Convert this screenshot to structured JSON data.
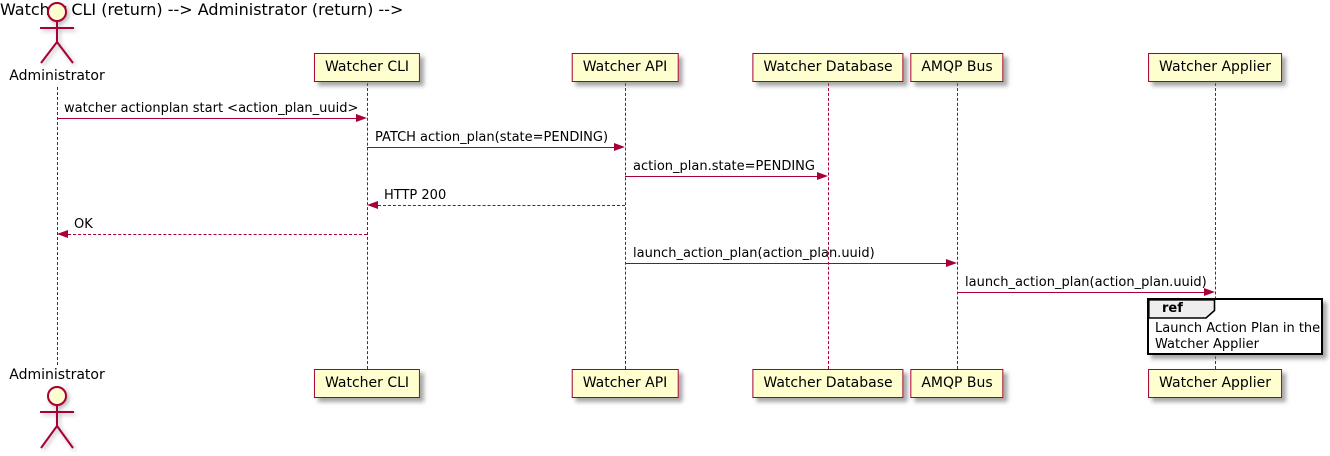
{
  "colors": {
    "accent": "#A80036",
    "participant_fill": "#FEFECE",
    "ref_border": "#000000",
    "ref_header_fill": "#EEEEEE",
    "background": "#FFFFFF"
  },
  "actor": {
    "name": "Administrator"
  },
  "participants": [
    {
      "name": "Watcher CLI"
    },
    {
      "name": "Watcher API"
    },
    {
      "name": "Watcher Database"
    },
    {
      "name": "AMQP Bus"
    },
    {
      "name": "Watcher Applier"
    }
  ],
  "messages": [
    {
      "label": "watcher actionplan start <action_plan_uuid>",
      "from": "Administrator",
      "to": "Watcher CLI",
      "line": "solid",
      "direction": "right"
    },
    {
      "label": "PATCH action_plan(state=PENDING)",
      "from": "Watcher CLI",
      "to": "Watcher API",
      "line": "solid",
      "direction": "right"
    },
    {
      "label": "action_plan.state=PENDING",
      "from": "Watcher API",
      "to": "Watcher Database",
      "line": "solid",
      "direction": "right"
    },
    {
      "label": "HTTP 200",
      "from": "Watcher API",
      "to": "Watcher CLI",
      "line": "dashed",
      "direction": "left"
    },
    {
      "label": "OK",
      "from": "Watcher CLI",
      "to": "Administrator",
      "line": "dashed",
      "direction": "left"
    },
    {
      "label": "launch_action_plan(action_plan.uuid)",
      "from": "Watcher API",
      "to": "AMQP Bus",
      "line": "solid",
      "direction": "right"
    },
    {
      "label": "launch_action_plan(action_plan.uuid)",
      "from": "AMQP Bus",
      "to": "Watcher Applier",
      "line": "solid",
      "direction": "right"
    }
  ],
  "ref": {
    "keyword": "ref",
    "line1": "Launch Action Plan in the",
    "line2": "Watcher Applier"
  }
}
